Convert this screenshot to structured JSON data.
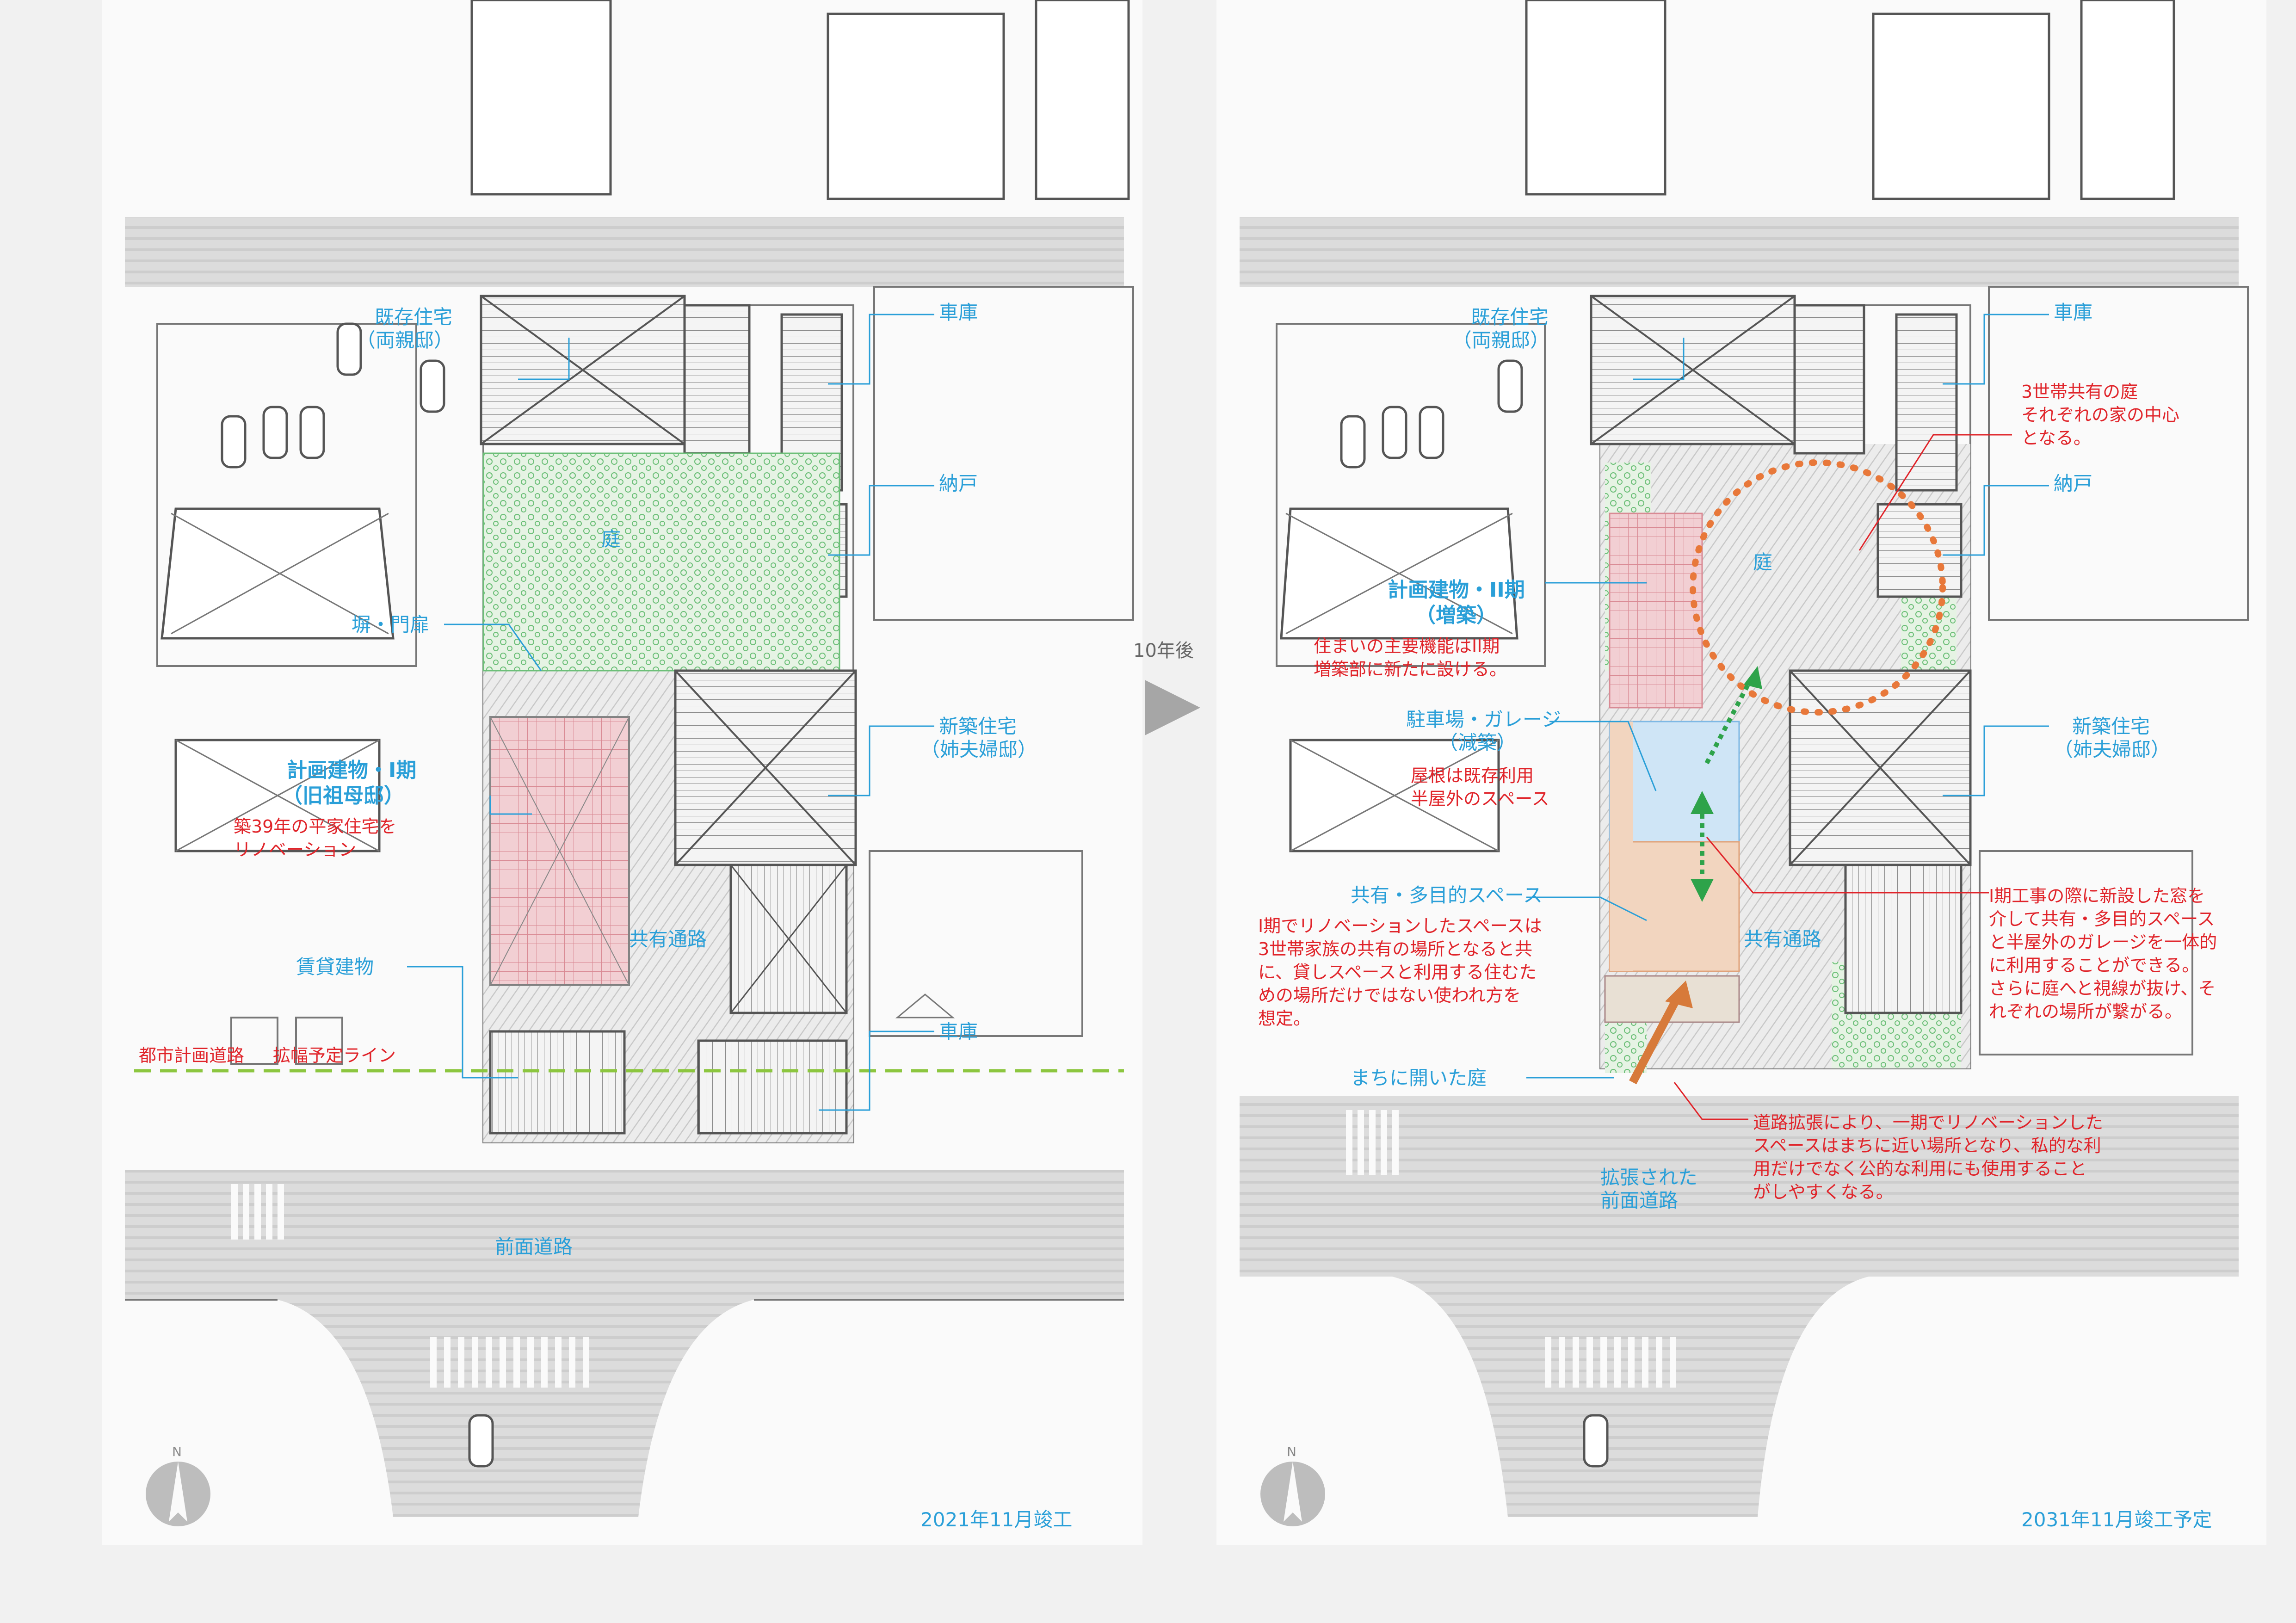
{
  "left": {
    "labels": {
      "existing_house": "既存住宅",
      "existing_house_sub": "（両親邸）",
      "garage_top": "車庫",
      "storage": "納戸",
      "garden": "庭",
      "wall_gate": "塀・門扉",
      "new_house": "新築住宅",
      "new_house_sub": "（姉夫婦邸）",
      "plan_phase1": "計画建物・I期",
      "plan_phase1_sub": "（旧祖母邸）",
      "plan_phase1_note_1": "築39年の平家住宅を",
      "plan_phase1_note_2": "リノベーション",
      "shared_path": "共有通路",
      "rental": "賃貸建物",
      "city_road_1": "都市計画道路",
      "city_road_2": "拡幅予定ライン",
      "garage_bottom": "車庫",
      "front_road": "前面道路",
      "date": "2021年11月竣工",
      "north": "N"
    }
  },
  "middle": {
    "after": "10年後"
  },
  "right": {
    "labels": {
      "existing_house": "既存住宅",
      "existing_house_sub": "（両親邸）",
      "garage_top": "車庫",
      "shared_garden_1": "3世帯共有の庭",
      "shared_garden_2": "それぞれの家の中心",
      "shared_garden_3": "となる。",
      "storage": "納戸",
      "garden": "庭",
      "plan_phase2": "計画建物・II期",
      "plan_phase2_sub": "（増築）",
      "plan_phase2_note_1": "住まいの主要機能はII期",
      "plan_phase2_note_2": "増築部に新たに設ける。",
      "parking": "駐車場・ガレージ",
      "parking_sub": "（減築）",
      "parking_note_1": "屋根は既存利用",
      "parking_note_2": "半屋外のスペース",
      "new_house": "新築住宅",
      "new_house_sub": "（姉夫婦邸）",
      "multi_space": "共有・多目的スペース",
      "multi_note_1": "I期でリノベーションしたスペースは",
      "multi_note_2": "3世帯家族の共有の場所となると共",
      "multi_note_3": "に、貸しスペースと利用する住むた",
      "multi_note_4": "めの場所だけではない使われ方を",
      "multi_note_5": "想定。",
      "window_note_1": "I期工事の際に新設した窓を",
      "window_note_2": "介して共有・多目的スペース",
      "window_note_3": "と半屋外のガレージを一体的",
      "window_note_4": "に利用することができる。",
      "window_note_5": "さらに庭へと視線が抜け、そ",
      "window_note_6": "れぞれの場所が繋がる。",
      "shared_path": "共有通路",
      "open_garden": "まちに開いた庭",
      "road_note_1": "道路拡張により、一期でリノベーションした",
      "road_note_2": "スペースはまちに近い場所となり、私的な利",
      "road_note_3": "用だけでなく公的な利用にも使用すること",
      "road_note_4": "がしやすくなる。",
      "expanded_road_1": "拡張された",
      "expanded_road_2": "前面道路",
      "date": "2031年11月竣工予定",
      "north": "N"
    }
  },
  "colors": {
    "label_blue": "#2a9fd8",
    "note_red": "#e0242a",
    "garden_green": "#7fcf8a",
    "phase1_pink": "#e8a0a8",
    "garage_blue": "#8cc4ec",
    "multi_orange": "#e8b088",
    "dashed_green": "#8cc63f",
    "orange_dots": "#e8783a"
  },
  "icons": [
    "north-arrow-icon",
    "play-triangle-icon"
  ]
}
